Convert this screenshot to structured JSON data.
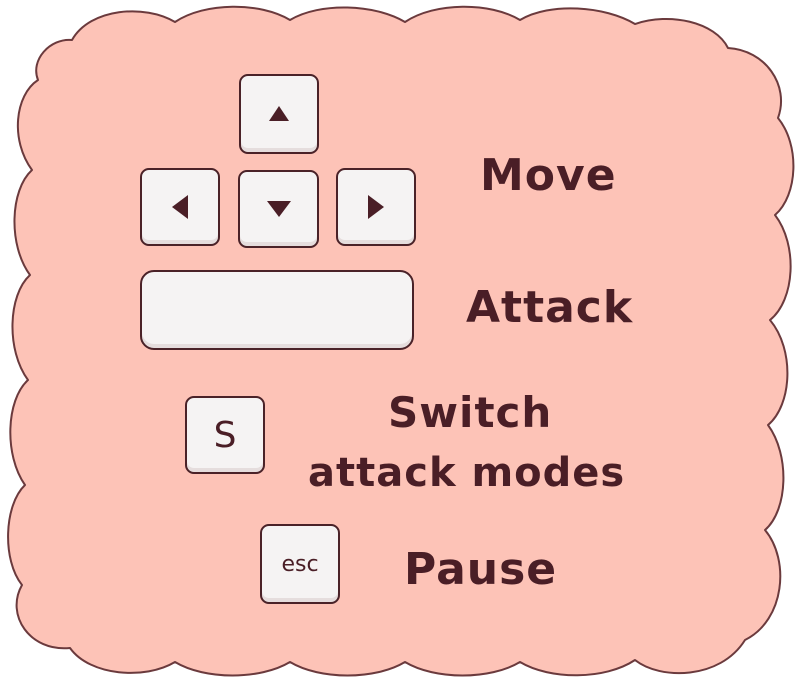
{
  "colors": {
    "background_cloud": "#fdc3b7",
    "cloud_outline": "#6b3a3d",
    "key_face": "#f5f3f3",
    "key_outline": "#4a2228",
    "text": "#4a1e26"
  },
  "controls": {
    "move": {
      "label": "Move",
      "keys": [
        "arrow-up",
        "arrow-left",
        "arrow-down",
        "arrow-right"
      ]
    },
    "attack": {
      "label": "Attack",
      "key": "spacebar"
    },
    "switch": {
      "label_line1": "Switch",
      "label_line2": "attack modes",
      "key_text": "S"
    },
    "pause": {
      "label": "Pause",
      "key_text": "esc"
    }
  }
}
